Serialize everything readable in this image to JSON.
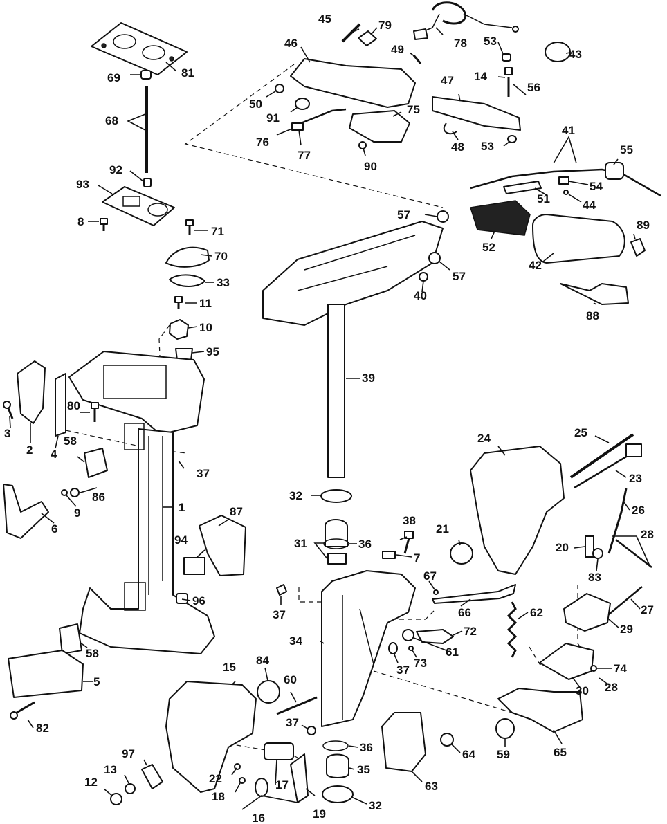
{
  "labels": {
    "p1": "1",
    "p2": "2",
    "p3": "3",
    "p4": "4",
    "p5": "5",
    "p6": "6",
    "p7": "7",
    "p8": "8",
    "p9": "9",
    "p10": "10",
    "p11": "11",
    "p12": "12",
    "p13": "13",
    "p14": "14",
    "p15": "15",
    "p16": "16",
    "p17": "17",
    "p18": "18",
    "p19": "19",
    "p20": "20",
    "p21": "21",
    "p22": "22",
    "p23": "23",
    "p24": "24",
    "p25": "25",
    "p26": "26",
    "p27": "27",
    "p28a": "28",
    "p28b": "28",
    "p29": "29",
    "p30": "30",
    "p31": "31",
    "p32a": "32",
    "p32b": "32",
    "p33": "33",
    "p34": "34",
    "p35": "35",
    "p36a": "36",
    "p36b": "36",
    "p37a": "37",
    "p37b": "37",
    "p37c": "37",
    "p37d": "37",
    "p38": "38",
    "p39": "39",
    "p40": "40",
    "p41": "41",
    "p42": "42",
    "p43": "43",
    "p44": "44",
    "p45": "45",
    "p46": "46",
    "p47": "47",
    "p48": "48",
    "p49": "49",
    "p50": "50",
    "p51": "51",
    "p52": "52",
    "p53a": "53",
    "p53b": "53",
    "p54": "54",
    "p55": "55",
    "p56": "56",
    "p57a": "57",
    "p57b": "57",
    "p58a": "58",
    "p58b": "58",
    "p59": "59",
    "p60": "60",
    "p61": "61",
    "p62": "62",
    "p63": "63",
    "p64": "64",
    "p65": "65",
    "p66": "66",
    "p67": "67",
    "p68": "68",
    "p69": "69",
    "p70": "70",
    "p71": "71",
    "p72": "72",
    "p73": "73",
    "p74": "74",
    "p75": "75",
    "p76": "76",
    "p77": "77",
    "p78": "78",
    "p79": "79",
    "p80": "80",
    "p81": "81",
    "p82": "82",
    "p83": "83",
    "p84": "84",
    "p86": "86",
    "p87": "87",
    "p88": "88",
    "p89": "89",
    "p90": "90",
    "p91": "91",
    "p92": "92",
    "p93": "93",
    "p94": "94",
    "p95": "95",
    "p96": "96",
    "p97": "97"
  },
  "colors": {
    "ink": "#111111",
    "paper": "#ffffff"
  }
}
